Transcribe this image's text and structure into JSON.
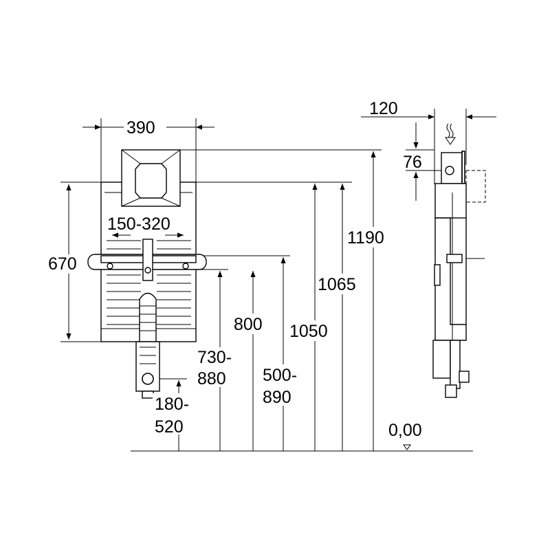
{
  "dimensions": {
    "width_top": "390",
    "width_adjust": "150-320",
    "frame_height": "670",
    "bar_height_1": "730-",
    "bar_height_2": "880",
    "drain_height_1": "180-",
    "drain_height_2": "520",
    "h_800": "800",
    "range_1": "500-",
    "range_2": "890",
    "h_1050": "1050",
    "h_1065": "1065",
    "h_1190": "1190",
    "depth": "120",
    "depth_top": "76",
    "floor_level": "0,00"
  }
}
